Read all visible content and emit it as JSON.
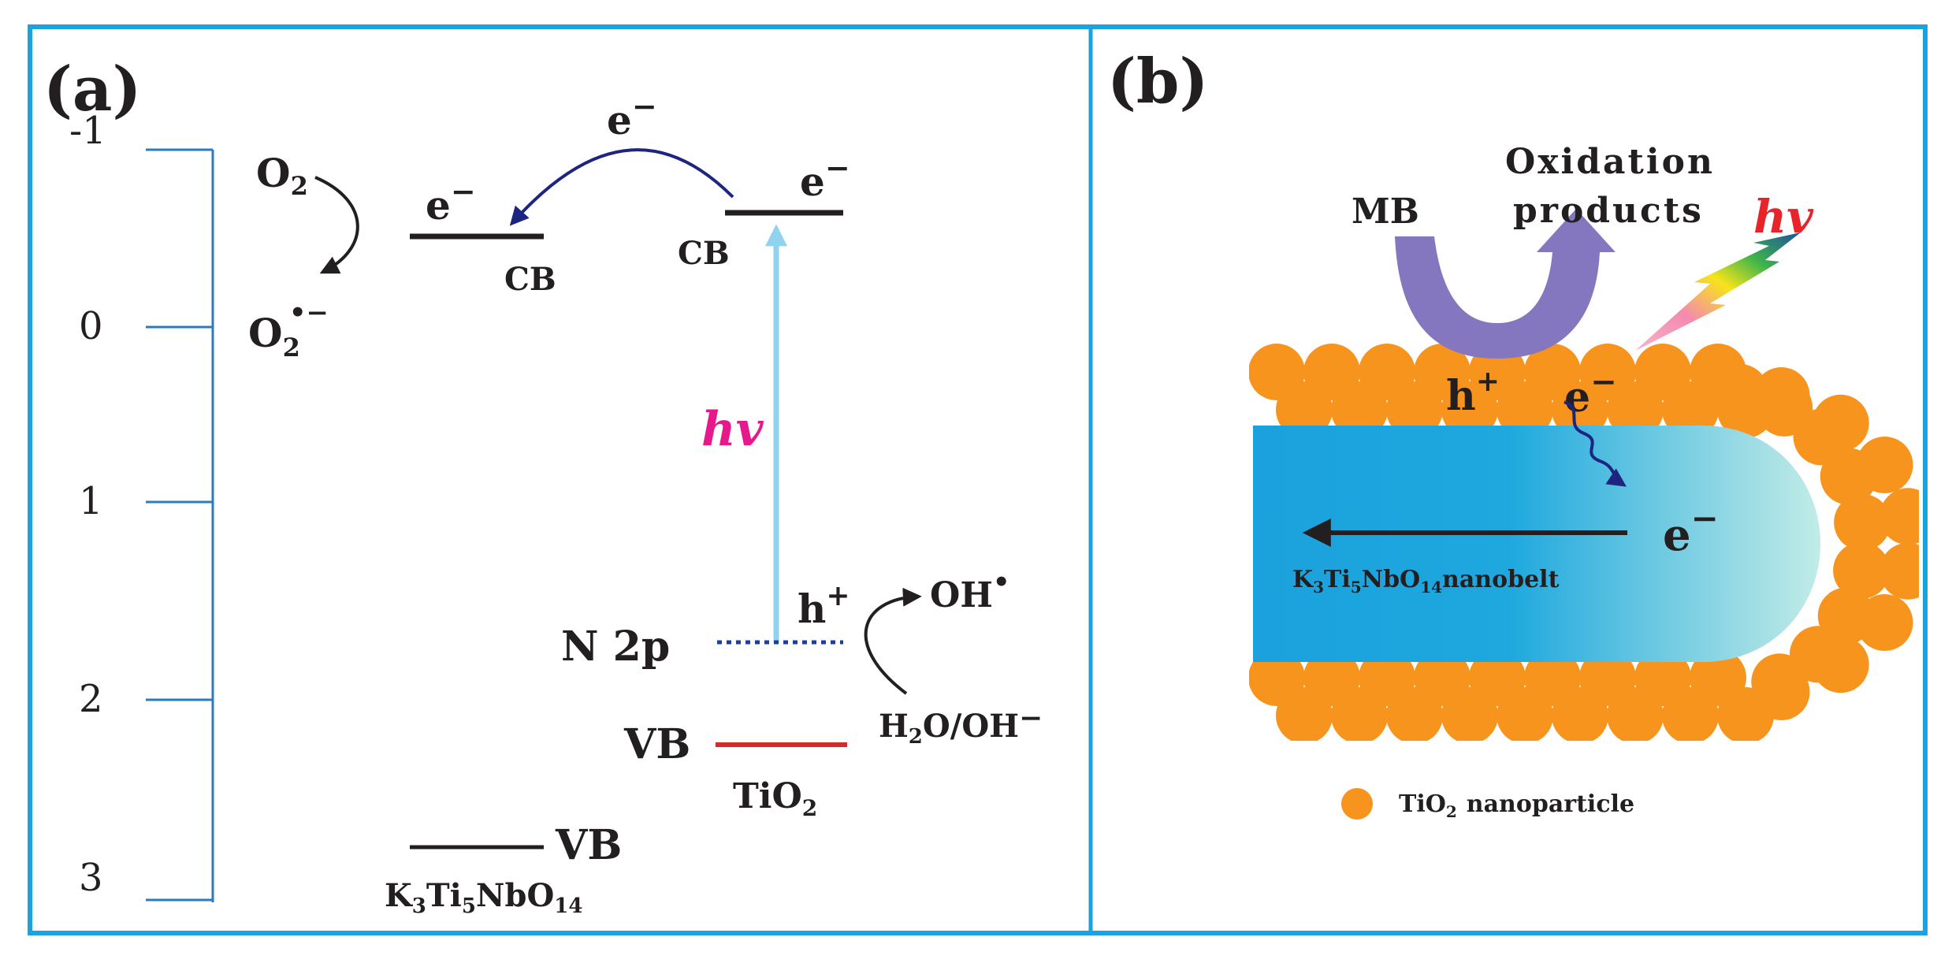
{
  "colors": {
    "frame": "#1aa3dc",
    "axis": "#2b7bbf",
    "level": "#231f20",
    "vb_tio2": "#d42a2a",
    "hv_pink": "#e6198c",
    "hv_red": "#e8232a",
    "excite_arrow": "#8fd3f0",
    "electron_arrow": "#1d2580",
    "n2p_dots": "#1d3f9a",
    "mb_arrow": "#8476bf",
    "nanoparticle": "#f7941d",
    "belt_dark": "#1ba1dd",
    "belt_light": "#c2ece6"
  },
  "panel_a": {
    "label": "(a)",
    "axis_ticks": [
      "-1",
      "0",
      "1",
      "2",
      "3"
    ],
    "electron": "e",
    "electron_charge": "−",
    "o2": "O",
    "o2_sub": "2",
    "superoxide": "O",
    "superoxide_sub": "2",
    "superoxide_sup": "•−",
    "cb_label": "CB",
    "vb_label": "VB",
    "hv": "hv",
    "hole": "h",
    "hole_charge": "+",
    "n2p": "N 2p",
    "oh_radical": "OH",
    "oh_radical_dot": "•",
    "water": "H",
    "water_sub": "2",
    "water_rest": "O/OH",
    "water_charge": "−",
    "tio2": "TiO",
    "tio2_sub": "2",
    "compound": {
      "parts": [
        {
          "t": "K",
          "s": "3"
        },
        {
          "t": "Ti",
          "s": "5"
        },
        {
          "t": "NbO",
          "s": "14"
        }
      ]
    }
  },
  "panel_b": {
    "label": "(b)",
    "oxidation_line1": "Oxidation",
    "oxidation_line2": "products",
    "mb": "MB",
    "hv": "hv",
    "hole": "h",
    "hole_charge": "+",
    "electron": "e",
    "electron_charge": "−",
    "nanobelt_parts": [
      {
        "t": "K",
        "s": "3"
      },
      {
        "t": "Ti",
        "s": "5"
      },
      {
        "t": "NbO",
        "s": "14"
      },
      {
        "t": "nanobelt",
        "s": ""
      }
    ],
    "legend_tio2": "TiO",
    "legend_tio2_sub": "2",
    "legend_rest": "nanoparticle"
  }
}
